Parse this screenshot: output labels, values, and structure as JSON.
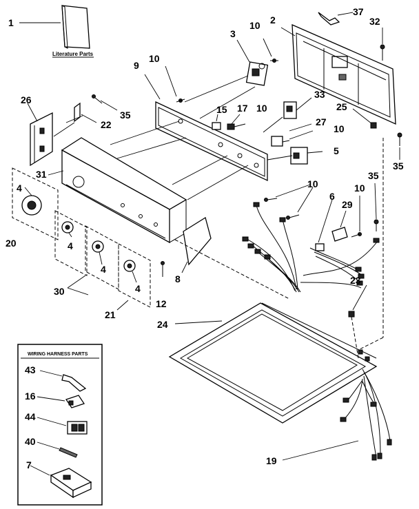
{
  "literature_label": "Literature Parts",
  "wiring_box_title": "WIRING HARNESS PARTS",
  "callouts": {
    "c1": "1",
    "c2": "2",
    "c3": "3",
    "c4a": "4",
    "c4b": "4",
    "c4c": "4",
    "c4d": "4",
    "c5": "5",
    "c6": "6",
    "c7": "7",
    "c8": "8",
    "c9": "9",
    "c10a": "10",
    "c10b": "10",
    "c10c": "10",
    "c10d": "10",
    "c10e": "10",
    "c10f": "10",
    "c12": "12",
    "c15": "15",
    "c16": "16",
    "c17": "17",
    "c19": "19",
    "c20": "20",
    "c21": "21",
    "c22": "22",
    "c23": "23",
    "c24": "24",
    "c25": "25",
    "c26": "26",
    "c27": "27",
    "c29": "29",
    "c30": "30",
    "c31": "31",
    "c32": "32",
    "c33": "33",
    "c35a": "35",
    "c35b": "35",
    "c35c": "35",
    "c37": "37",
    "c40": "40",
    "c43": "43",
    "c44": "44"
  }
}
